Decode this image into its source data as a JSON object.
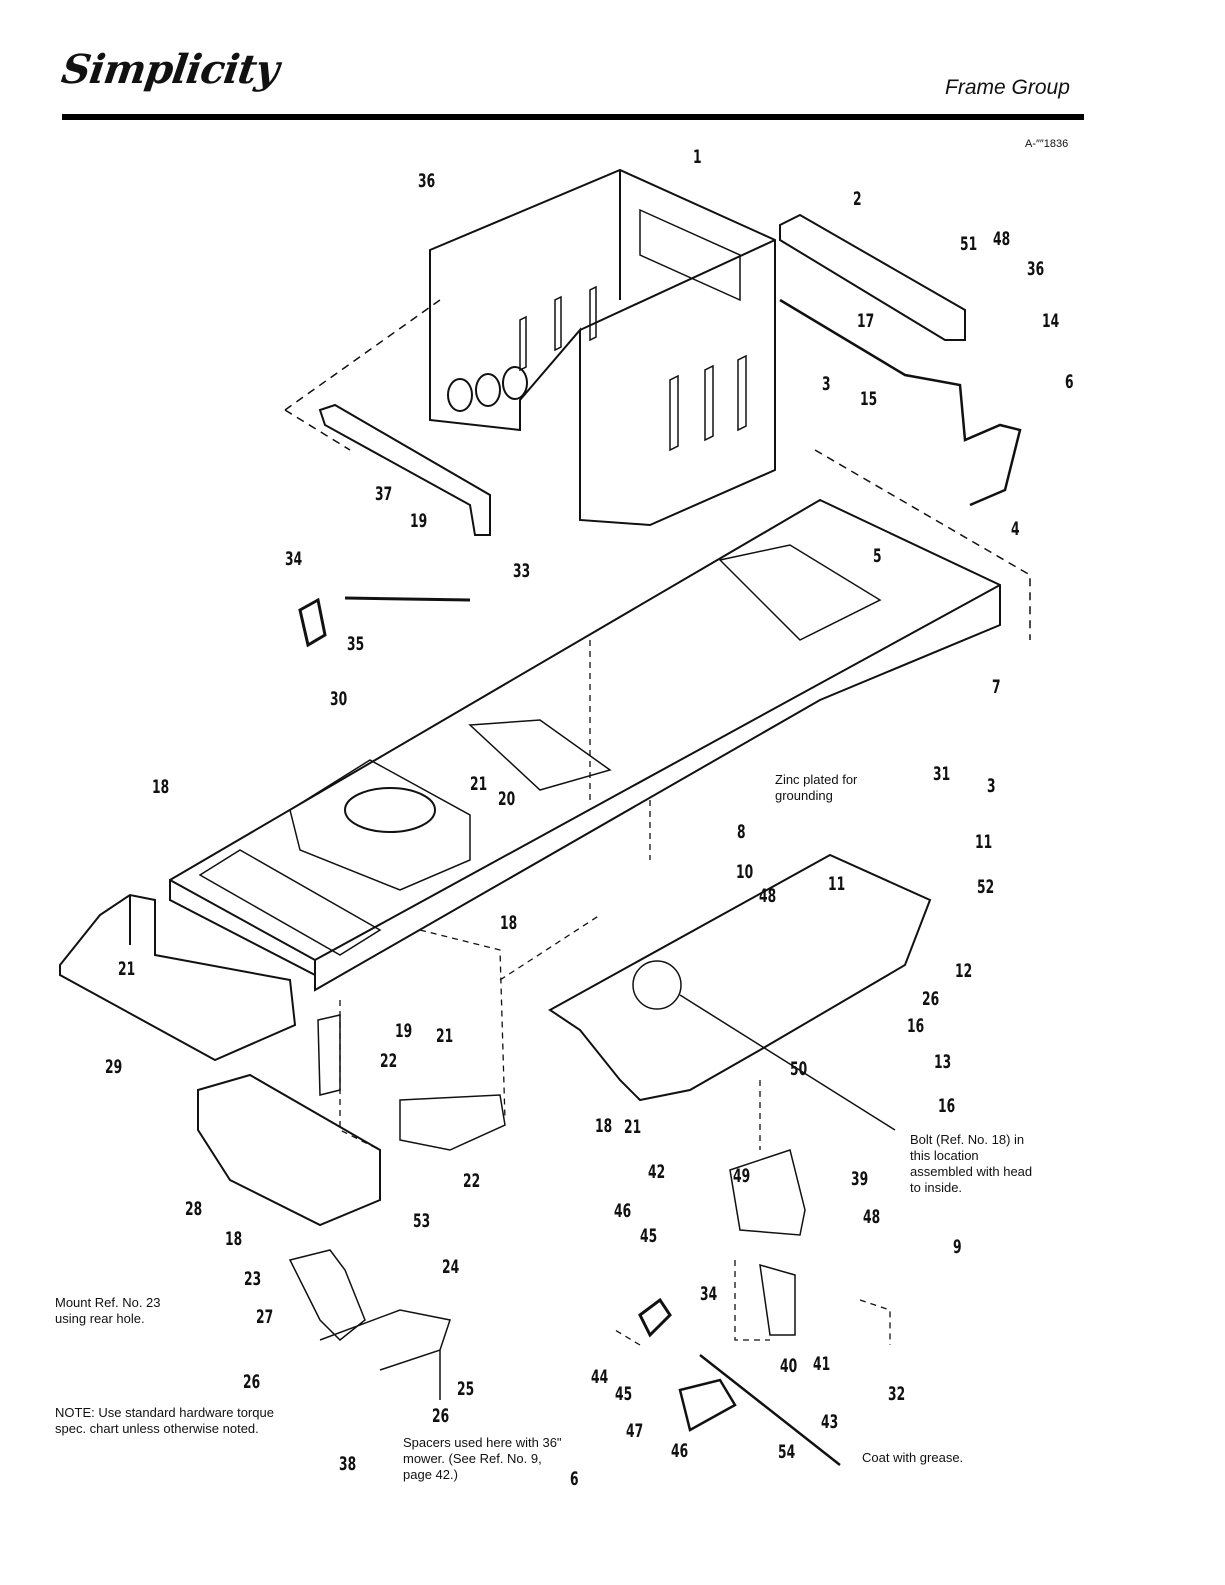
{
  "header": {
    "brand": "Simplicity",
    "title": "Frame Group",
    "doc_id": "A-″″1836"
  },
  "callouts": [
    "1",
    "2",
    "51",
    "48",
    "36",
    "14",
    "17",
    "3",
    "15",
    "6",
    "36",
    "37",
    "19",
    "34",
    "33",
    "35",
    "5",
    "4",
    "7",
    "30",
    "18",
    "21",
    "20",
    "31",
    "3",
    "8",
    "11",
    "10",
    "48",
    "11",
    "52",
    "18",
    "21",
    "12",
    "26",
    "16",
    "19",
    "21",
    "22",
    "29",
    "50",
    "13",
    "16",
    "18",
    "21",
    "22",
    "42",
    "49",
    "39",
    "28",
    "18",
    "46",
    "48",
    "45",
    "9",
    "53",
    "24",
    "23",
    "27",
    "34",
    "40",
    "41",
    "32",
    "26",
    "25",
    "44",
    "45",
    "26",
    "43",
    "47",
    "46",
    "54",
    "38"
  ],
  "notes": {
    "zinc": "Zinc plated for grounding",
    "bolt": "Bolt (Ref. No. 18) in this location assembled with head to inside.",
    "mount": "Mount Ref. No. 23 using rear hole.",
    "note": "NOTE: Use standard hardware torque spec. chart unless otherwise noted.",
    "spacers": "Spacers used here with 36\" mower. (See Ref. No. 9, page 42.)",
    "grease": "Coat with grease."
  },
  "page_number": "6"
}
